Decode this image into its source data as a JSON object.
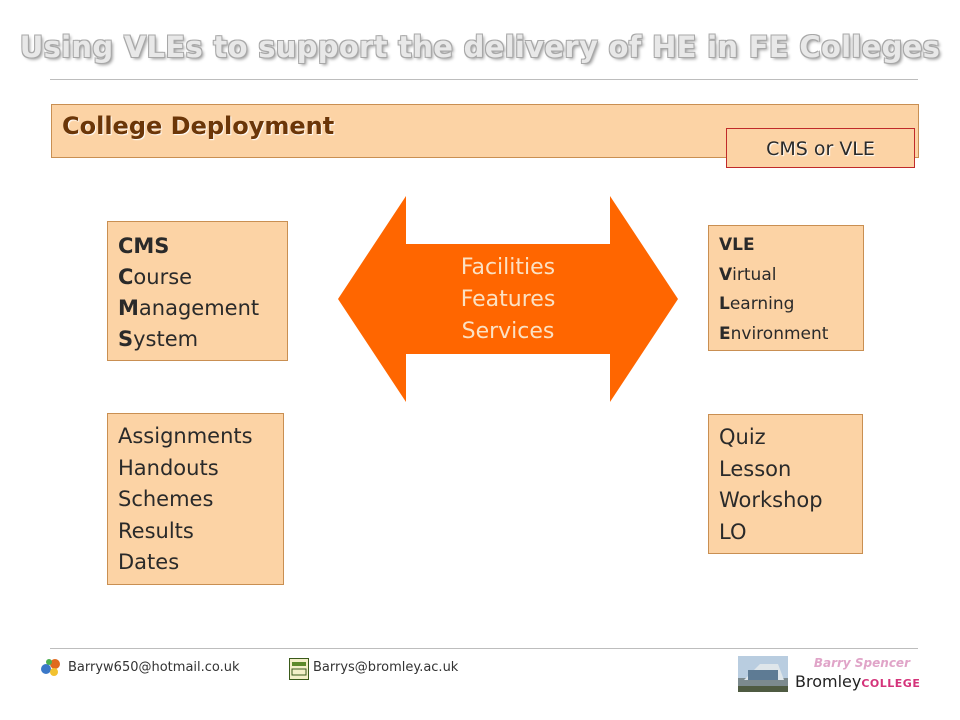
{
  "slide": {
    "title": "Using VLEs to support the delivery of HE in FE Colleges",
    "section_title": "College Deployment",
    "tag": "CMS or VLE"
  },
  "left_top": {
    "lines": [
      {
        "initial": "CMS",
        "rest": ""
      },
      {
        "initial": "C",
        "rest": "ourse"
      },
      {
        "initial": "M",
        "rest": "anagement"
      },
      {
        "initial": "S",
        "rest": "ystem"
      }
    ]
  },
  "left_bottom": {
    "items": [
      "Assignments",
      "Handouts",
      "Schemes",
      "Results",
      "Dates"
    ]
  },
  "arrow": {
    "lines": [
      "Facilities",
      "Features",
      "Services"
    ],
    "color": "#ff6600"
  },
  "right_top": {
    "lines": [
      {
        "initial": "VLE",
        "rest": ""
      },
      {
        "initial": "V",
        "rest": "irtual"
      },
      {
        "initial": "L",
        "rest": "earning"
      },
      {
        "initial": "E",
        "rest": "nvironment"
      }
    ]
  },
  "right_bottom": {
    "items": [
      "Quiz",
      "Lesson",
      "Workshop",
      "LO"
    ]
  },
  "footer": {
    "email_personal": "Barryw650@hotmail.co.uk",
    "email_work": "Barrys@bromley.ac.uk",
    "author": "Barry Spencer",
    "brand_name": "Bromley",
    "brand_suffix": "COLLEGE"
  }
}
